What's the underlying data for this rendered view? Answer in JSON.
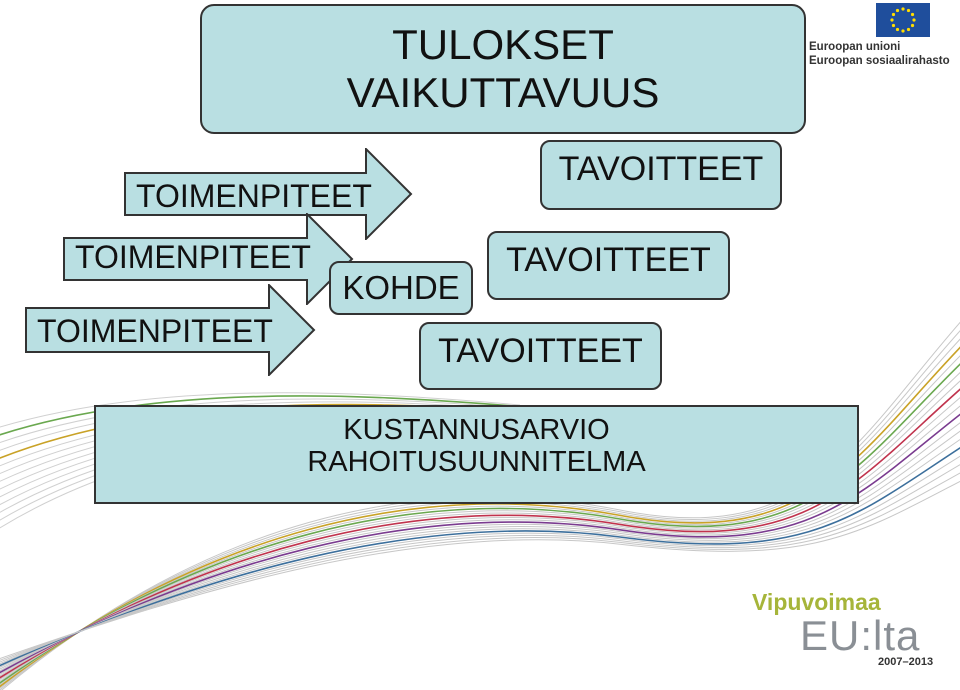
{
  "title": {
    "line1": "TULOKSET",
    "line2": "VAIKUTTAVUUS"
  },
  "arrows": [
    {
      "label": "TOIMENPITEET"
    },
    {
      "label": "TOIMENPITEET"
    },
    {
      "label": "TOIMENPITEET"
    }
  ],
  "kohde": "KOHDE",
  "tavoitteet": [
    "TAVOITTEET",
    "TAVOITTEET",
    "TAVOITTEET"
  ],
  "budget": {
    "line1": "KUSTANNUSARVIO",
    "line2": "RAHOITUSUUNNITELMA"
  },
  "eu_logo": {
    "line1": "Euroopan unioni",
    "line2": "Euroopan sosiaalirahasto"
  },
  "vipuvoimaa_logo": {
    "title": "Vipuvoimaa",
    "eu": "EU:lta",
    "years": "2007–2013"
  },
  "colors": {
    "box_fill": "#b9dfe2",
    "border": "#333333",
    "eu_blue": "#1f4e9c",
    "eu_star": "#ffdd00",
    "vipu_green": "#a6b53a"
  }
}
